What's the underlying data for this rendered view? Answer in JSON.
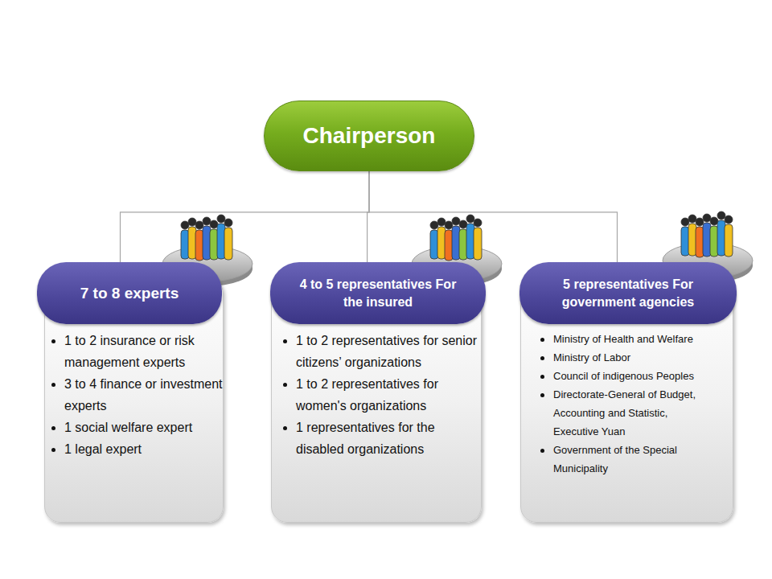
{
  "diagram": {
    "nodes": [
      {
        "text": [
          "Chairperson"
        ]
      },
      {
        "text": [
          "1 to 2 insurance or risk management experts",
          "3 to 4 finance or investment experts",
          "1 social welfare expert",
          "1 legal expert"
        ]
      },
      {
        "text": [
          "7 to 8 experts"
        ],
        "in": 1
      },
      {
        "text": [
          "1 to 2 representatives for senior citizens’ organizations",
          "1 to 2 representatives for women's organizations",
          "1 representatives for the disabled organizations"
        ]
      },
      {
        "text": [
          "4 to 5 representatives For the insured"
        ],
        "in": 3
      },
      {
        "text": [
          "Ministry of Health and Welfare",
          "Ministry of Labor",
          "Council of indigenous Peoples",
          "Directorate-General of Budget, Accounting and Statistic, Executive Yuan",
          "Government of the Special Municipality"
        ]
      },
      {
        "text": [
          "5 representatives For government agencies"
        ],
        "in": 5
      }
    ],
    "edges": [
      {
        "from": 0,
        "to": 2,
        "arrow": "none"
      },
      {
        "from": 0,
        "to": 4,
        "arrow": "none"
      },
      {
        "from": 0,
        "to": 6,
        "arrow": "none"
      }
    ]
  }
}
